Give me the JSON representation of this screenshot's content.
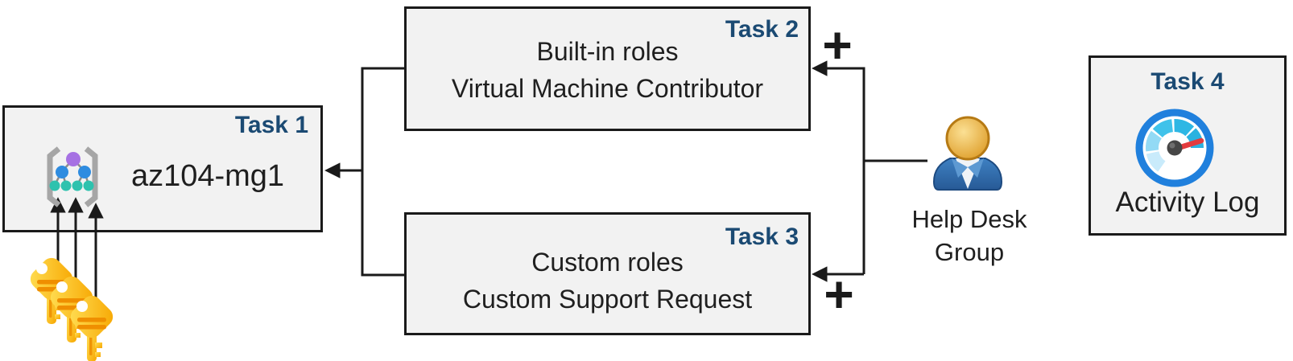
{
  "task1": {
    "badge": "Task 1",
    "label": "az104-mg1"
  },
  "task2": {
    "badge": "Task 2",
    "line1": "Built-in roles",
    "line2": "Virtual Machine Contributor"
  },
  "task3": {
    "badge": "Task 3",
    "line1": "Custom roles",
    "line2": "Custom Support Request"
  },
  "task4": {
    "badge": "Task 4",
    "label": "Activity Log"
  },
  "help_desk": {
    "label": "Help Desk Group"
  },
  "connectors": {
    "plus_top": "+",
    "plus_bottom": "+"
  },
  "icons": {
    "task1": "management-group-icon",
    "task4": "activity-log-gauge-icon",
    "help_desk": "user-person-icon",
    "bottom_left": "gold-keys-icon"
  },
  "colors": {
    "badge_blue": "#1b4a73",
    "box_fill": "#f2f2f2",
    "box_border": "#1a1a1a",
    "text": "#1f1f1f",
    "line": "#1a1a1a",
    "key_gold_light": "#ffdf55",
    "key_gold_dark": "#f7a600",
    "key_groove": "#ef8f00",
    "gauge_ring": "#2080dd",
    "gauge_needle": "#e33b3e",
    "person_body": "#306cab",
    "person_head": "#e8ab3f",
    "mg_purple": "#a671e3",
    "mg_blue": "#2f8ce0",
    "mg_teal": "#2ec2ae"
  }
}
